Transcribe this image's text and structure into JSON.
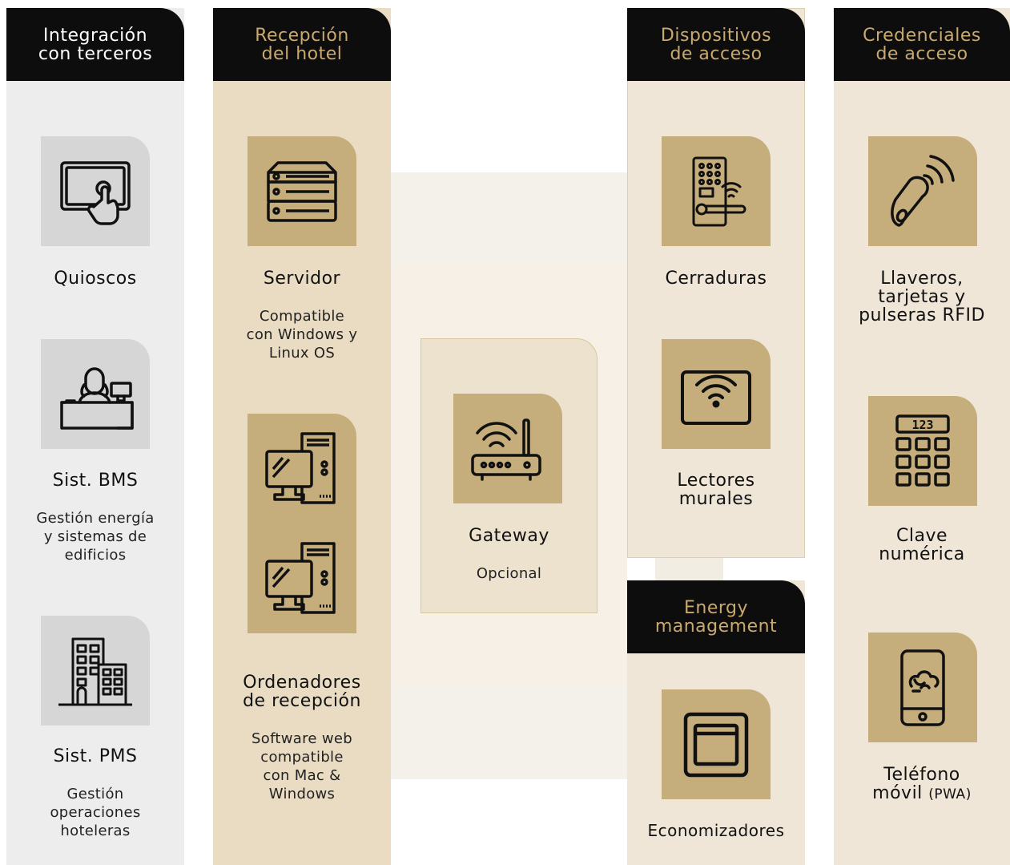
{
  "colors": {
    "header_bg": "#0d0d0d",
    "header_white_text": "#ffffff",
    "header_gold_text": "#c9a96e",
    "gray_col": "#ededed",
    "gray_tile": "#d6d6d6",
    "beige_col": "#e9dcc2",
    "light_col": "#efe6d8",
    "gold_tile": "#c6ae7c",
    "icon_stroke": "#111111"
  },
  "columns": {
    "integracion": {
      "header": [
        "Integración",
        "con terceros"
      ],
      "items": [
        {
          "icon": "kiosk-touch-icon",
          "title": [
            "Quioscos"
          ],
          "sub": []
        },
        {
          "icon": "receptionist-desk-icon",
          "title": [
            "Sist. BMS"
          ],
          "sub": [
            "Gestión energía",
            "y sistemas de",
            "edificios"
          ]
        },
        {
          "icon": "buildings-icon",
          "title": [
            "Sist. PMS"
          ],
          "sub": [
            "Gestión",
            "operaciones",
            "hoteleras"
          ]
        }
      ]
    },
    "recepcion": {
      "header": [
        "Recepción",
        "del hotel"
      ],
      "items": [
        {
          "icon": "server-icon",
          "title": [
            "Servidor"
          ],
          "sub": [
            "Compatible",
            "con Windows y",
            "Linux OS"
          ]
        },
        {
          "icon": "desktop-computers-icon",
          "title": [
            "Ordenadores",
            "de recepción"
          ],
          "sub": [
            "Software web",
            "compatible",
            "con Mac &",
            "Windows"
          ]
        }
      ]
    },
    "gateway": {
      "icon": "router-icon",
      "title": "Gateway",
      "sub": "Opcional"
    },
    "dispositivos": {
      "header": [
        "Dispositivos",
        "de acceso"
      ],
      "items": [
        {
          "icon": "door-lock-keypad-icon",
          "title": [
            "Cerraduras"
          ]
        },
        {
          "icon": "wall-reader-icon",
          "title": [
            "Lectores",
            "murales"
          ]
        }
      ]
    },
    "energy": {
      "header": [
        "Energy",
        "management"
      ],
      "items": [
        {
          "icon": "card-switch-icon",
          "title": [
            "Economizadores"
          ]
        }
      ]
    },
    "credenciales": {
      "header": [
        "Credenciales",
        "de acceso"
      ],
      "items": [
        {
          "icon": "rfid-keyfob-icon",
          "title": [
            "Llaveros,",
            "tarjetas y",
            "pulseras RFID"
          ]
        },
        {
          "icon": "numeric-keypad-icon",
          "title": [
            "Clave",
            "numérica"
          ],
          "keypad_label": "123"
        },
        {
          "icon": "mobile-phone-icon",
          "title": [
            "Teléfono"
          ],
          "title_last": "móvil",
          "title_suffix": "(PWA)"
        }
      ]
    }
  }
}
